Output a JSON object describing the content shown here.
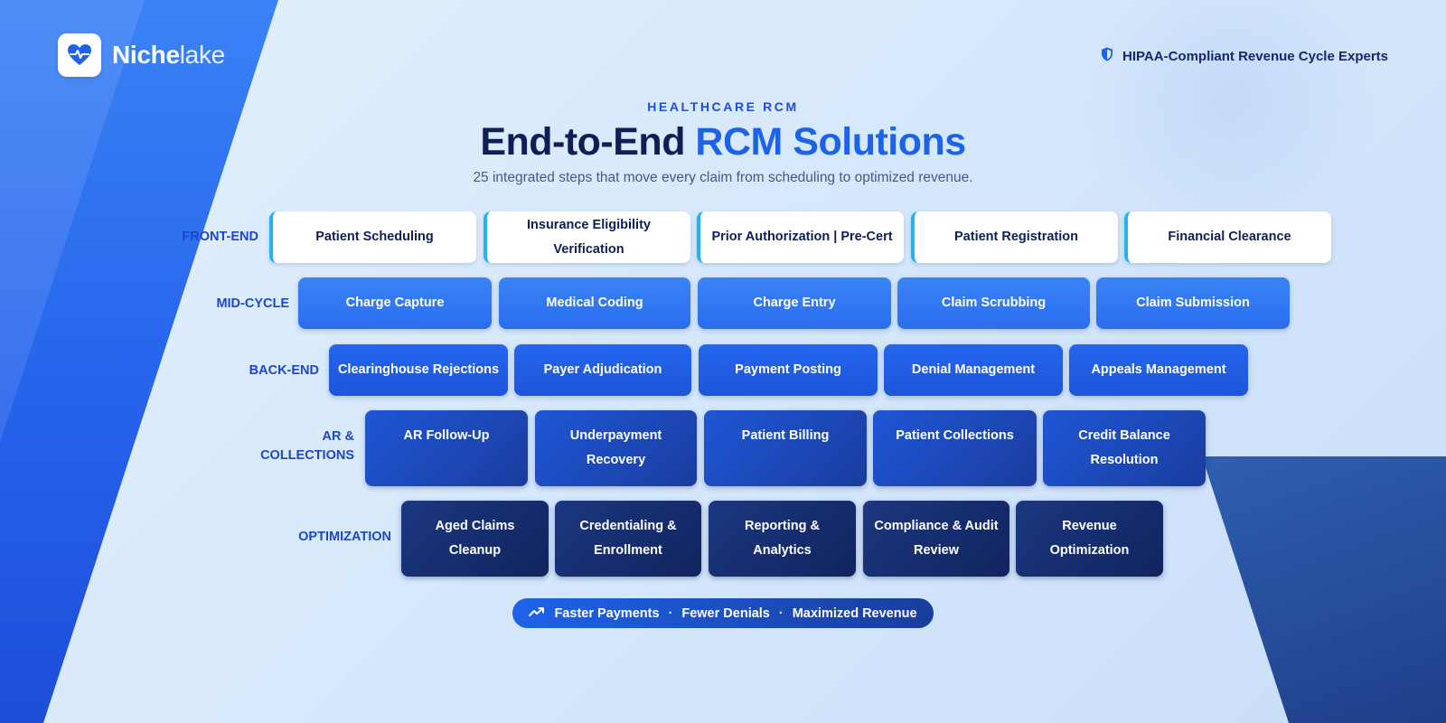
{
  "brand": {
    "name_bold": "Niche",
    "name_light": "lake",
    "logo_icon": "heart-pulse-icon"
  },
  "badge": {
    "icon": "shield-icon",
    "text": "HIPAA-Compliant Revenue Cycle Experts"
  },
  "hero": {
    "eyebrow": "HEALTHCARE RCM",
    "title_main": "End-to-End ",
    "title_accent": "RCM Solutions",
    "subtitle": "25 integrated steps that move every claim from scheduling to optimized revenue."
  },
  "stages": [
    {
      "label": "FRONT-END",
      "steps": [
        "Patient Scheduling",
        "Insurance Eligibility Verification",
        "Prior Authorization | Pre-Cert",
        "Patient Registration",
        "Financial Clearance"
      ]
    },
    {
      "label": "MID-CYCLE",
      "steps": [
        "Charge Capture",
        "Medical Coding",
        "Charge Entry",
        "Claim Scrubbing",
        "Claim Submission"
      ]
    },
    {
      "label": "BACK-END",
      "steps": [
        "Clearinghouse Rejections",
        "Payer Adjudication",
        "Payment Posting",
        "Denial Management",
        "Appeals Management"
      ]
    },
    {
      "label_line1": "AR &",
      "label_line2": "COLLECTIONS",
      "steps": [
        "AR Follow-Up",
        "Underpayment Recovery",
        "Patient Billing",
        "Patient Collections",
        "Credit Balance Resolution"
      ]
    },
    {
      "label": "OPTIMIZATION",
      "steps": [
        "Aged Claims Cleanup",
        "Credentialing & Enrollment",
        "Reporting & Analytics",
        "Compliance & Audit Review",
        "Revenue Optimization"
      ]
    }
  ],
  "benefits": {
    "icon": "trending-up-icon",
    "items": [
      "Faster Payments",
      "Fewer Denials",
      "Maximized Revenue"
    ],
    "separator": "·"
  },
  "colors": {
    "accent": "#1d63ea",
    "navy": "#0e1f56",
    "front_end_border": "#22b4ea",
    "mid_cycle": "#3a83f5",
    "back_end": "#2566ec",
    "ar_collections": "#1f56d6",
    "optimization": "#1c3880"
  }
}
